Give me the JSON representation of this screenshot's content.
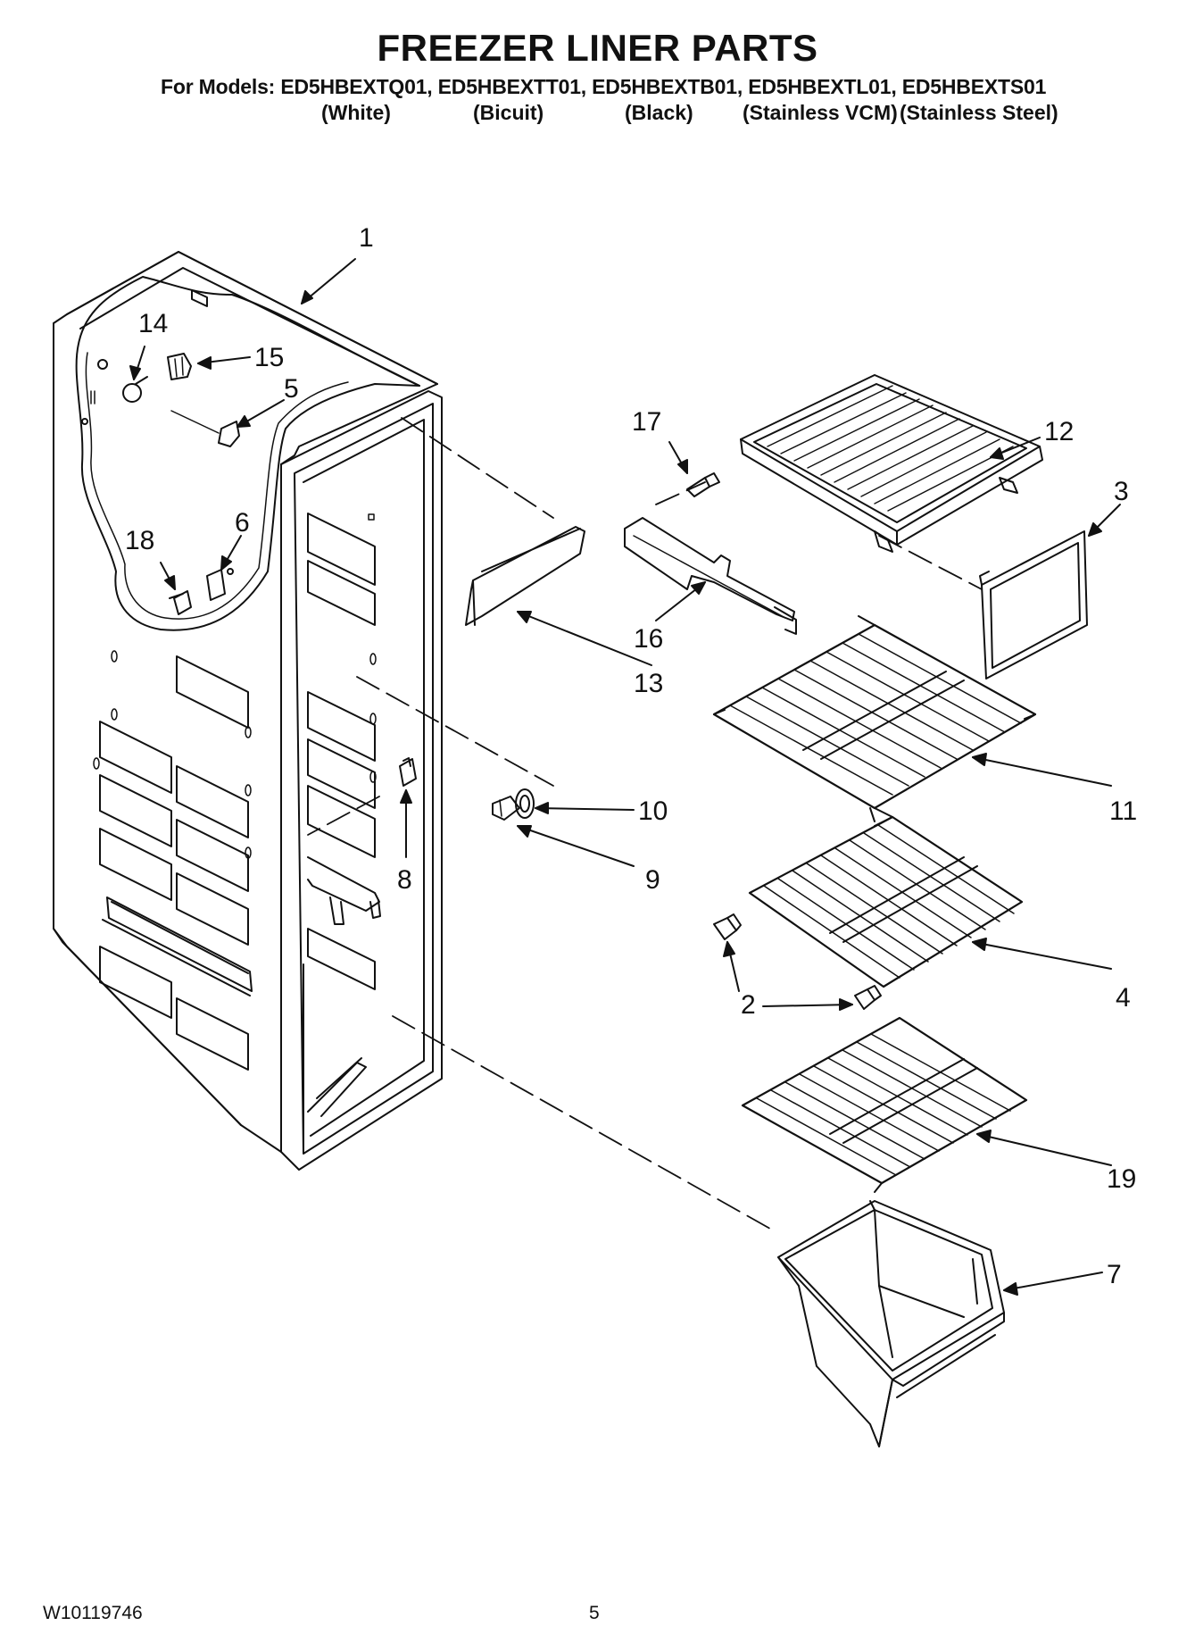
{
  "header": {
    "title": "FREEZER LINER PARTS",
    "models_line": "For Models: ED5HBEXTQ01, ED5HBEXTT01, ED5HBEXTB01, ED5HBEXTL01, ED5HBEXTS01",
    "variants": [
      "(White)",
      "(Bicuit)",
      "(Black)",
      "(Stainless VCM)",
      "(Stainless Steel)"
    ]
  },
  "callouts": [
    "1",
    "2",
    "3",
    "4",
    "5",
    "6",
    "7",
    "8",
    "9",
    "10",
    "11",
    "12",
    "13",
    "14",
    "15",
    "16",
    "17",
    "18",
    "19"
  ],
  "footer": {
    "doc_number": "W10119746",
    "page_number": "5"
  }
}
